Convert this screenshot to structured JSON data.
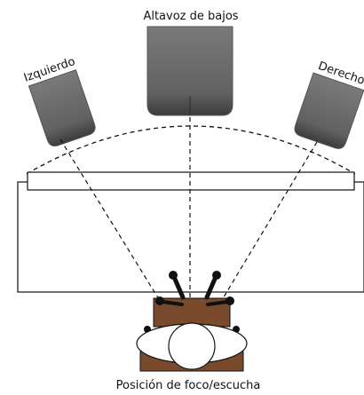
{
  "diagram": {
    "labels": {
      "subwoofer": "Altavoz de bajos",
      "left": "Izquierdo",
      "right": "Derecho",
      "listener": "Posición de foco/escucha"
    },
    "colors": {
      "speaker_fill": "#6b6b6b",
      "speaker_base": "#3a3a3a",
      "chair": "#7a4a2c",
      "outline": "#111111",
      "background": "#ffffff"
    }
  }
}
